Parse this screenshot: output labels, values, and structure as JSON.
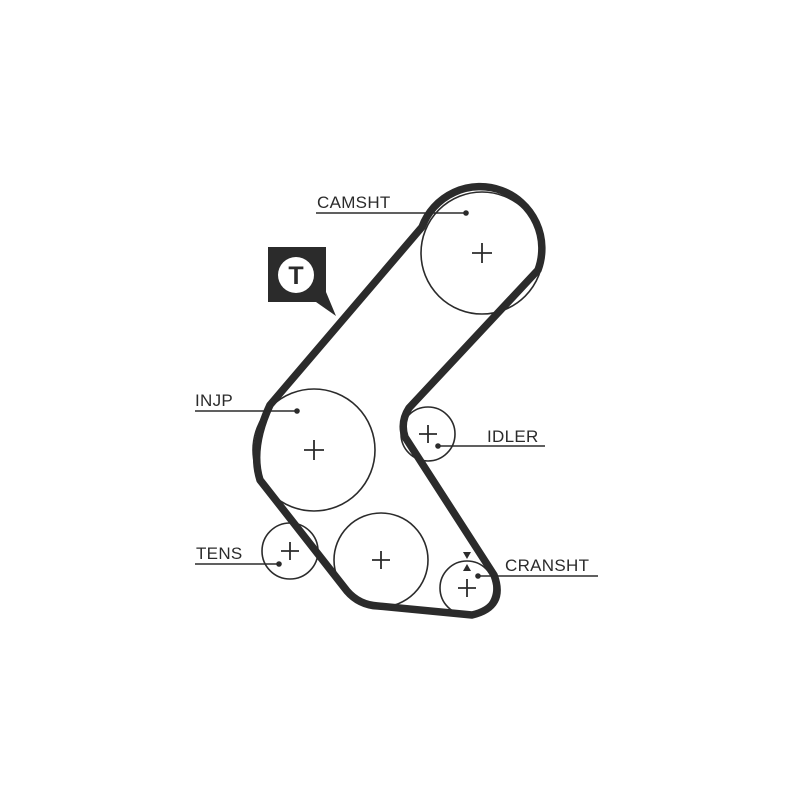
{
  "diagram": {
    "labels": {
      "camshaft": "CAMSHT",
      "injection_pump": "INJP",
      "idler": "IDLER",
      "tensioner": "TENS",
      "crankshaft": "CRANSHT"
    },
    "badge": {
      "letter": "T",
      "icon": "tensioner-badge-icon"
    },
    "colors": {
      "ink": "#2b2b2b",
      "background": "#ffffff"
    }
  }
}
